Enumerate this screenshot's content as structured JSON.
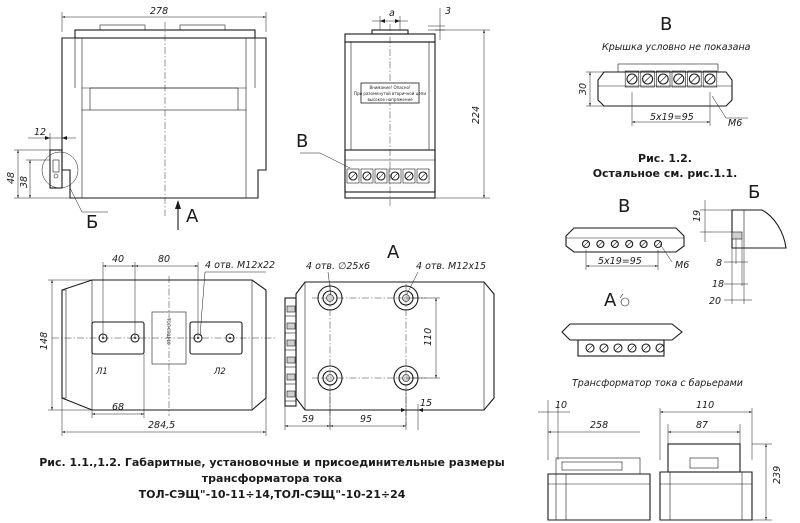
{
  "front_view": {
    "dim_width": "278",
    "dim_height": "224",
    "dim_12": "12",
    "dim_48": "48",
    "dim_38": "38",
    "view_b": "Б",
    "view_a": "А"
  },
  "side_view": {
    "dim_a": "a",
    "dim_3": "3",
    "view_v": "В",
    "plate_line1": "Внимание! Опасно!",
    "plate_line2": "При разомкнутой вторичной цепи",
    "plate_line3": "высокое напряжение"
  },
  "plan_view": {
    "dim_40": "40",
    "dim_80": "80",
    "holes_note": "4 отв. М12х22",
    "dim_148": "148",
    "dim_68": "68",
    "dim_284": "284,5",
    "terminal_l1": "Л1",
    "terminal_l2": "Л2",
    "nameplate_text": "ТОЛ-СЭЩ-10"
  },
  "view_a_plan": {
    "title": "А",
    "holes_25": "4 отв. ∅25х6",
    "holes_m12": "4 отв. М12х15",
    "dim_110": "110",
    "dim_59": "59",
    "dim_95": "95",
    "dim_15": "15"
  },
  "detail_v": {
    "title": "В",
    "note": "Крышка условно не показана",
    "dim_30": "30",
    "dim_pitch": "5х19=95",
    "dim_m6": "М6"
  },
  "caption_12": {
    "line1": "Рис. 1.2.",
    "line2": "Остальное см. рис.1.1."
  },
  "detail_v2": {
    "title": "В",
    "dim_pitch": "5х19=95",
    "dim_m6": "М6"
  },
  "detail_b": {
    "title": "Б",
    "dim_19": "19",
    "dim_8": "8",
    "dim_18": "18",
    "dim_20": "20"
  },
  "view_a_small": {
    "title": "А"
  },
  "barrier": {
    "title": "Трансформатор тока с барьерами",
    "dim_10": "10",
    "dim_258": "258",
    "dim_110": "110",
    "dim_87": "87",
    "dim_239": "239"
  },
  "caption_main": {
    "line1": "Рис. 1.1.,1.2. Габаритные, установочные и присоединительные размеры",
    "line2": "трансформатора тока",
    "line3": "ТОЛ-СЭЩ\"-10-11÷14,ТОЛ-СЭЩ\"-10-21÷24"
  }
}
